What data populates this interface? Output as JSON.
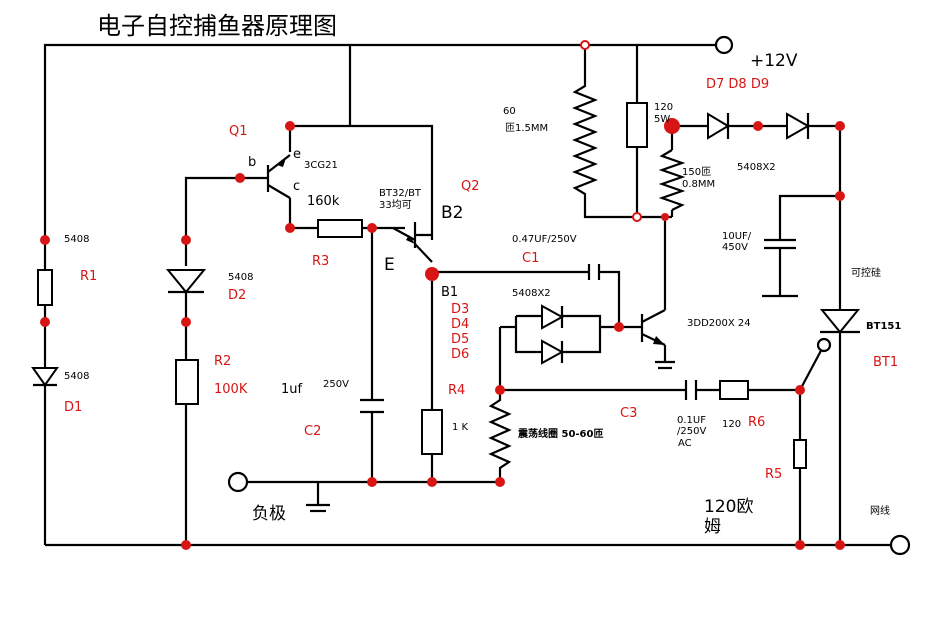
{
  "title": "电子自控捕鱼器原理图",
  "supply": "+12V",
  "labels": {
    "q1": "Q1",
    "q1_part": "3CG21",
    "q1_b": "b",
    "q1_e": "e",
    "q1_c": "c",
    "q2": "Q2",
    "q2_part": "BT32/BT\n33均可",
    "q2_b2": "B2",
    "q2_e": "E",
    "q2_b1": "B1",
    "r160k": "160k",
    "r3": "R3",
    "r1": "R1",
    "r1_d_top": "5408",
    "d1_part": "5408",
    "d1": "D1",
    "d2_part": "5408",
    "d2": "D2",
    "r2": "R2",
    "r2_val": "100K",
    "c2": "C2",
    "c2_val": "1uf",
    "c2_volt": "250V",
    "r4": "R4",
    "r4_val": "1  K",
    "negative": "负极",
    "c1": "C1",
    "c1_val": "0.47UF/250V",
    "d3": "D3",
    "d4": "D4",
    "d5": "D5",
    "d6": "D6",
    "d3_6_part": "5408X2",
    "coil": "震荡线圈 50-60匝",
    "res60": "60\n匝1.5MM",
    "res120": "120\n5W",
    "res150": "150匝\n0.8MM",
    "d789": "D7 D8 D9",
    "d789_part": "5408X2",
    "c_big": "10UF/\n450V",
    "scr_text": "可控硅",
    "scr_part": "BT151",
    "bt1": "BT1",
    "q3_part": "3DD200X 24",
    "c3": "C3",
    "c3_val": "0.1UF\n/250V\nAC",
    "r6_val": "120",
    "r6": "R6",
    "r5": "R5",
    "ohm120": "120欧\n姆",
    "net": "网线"
  }
}
